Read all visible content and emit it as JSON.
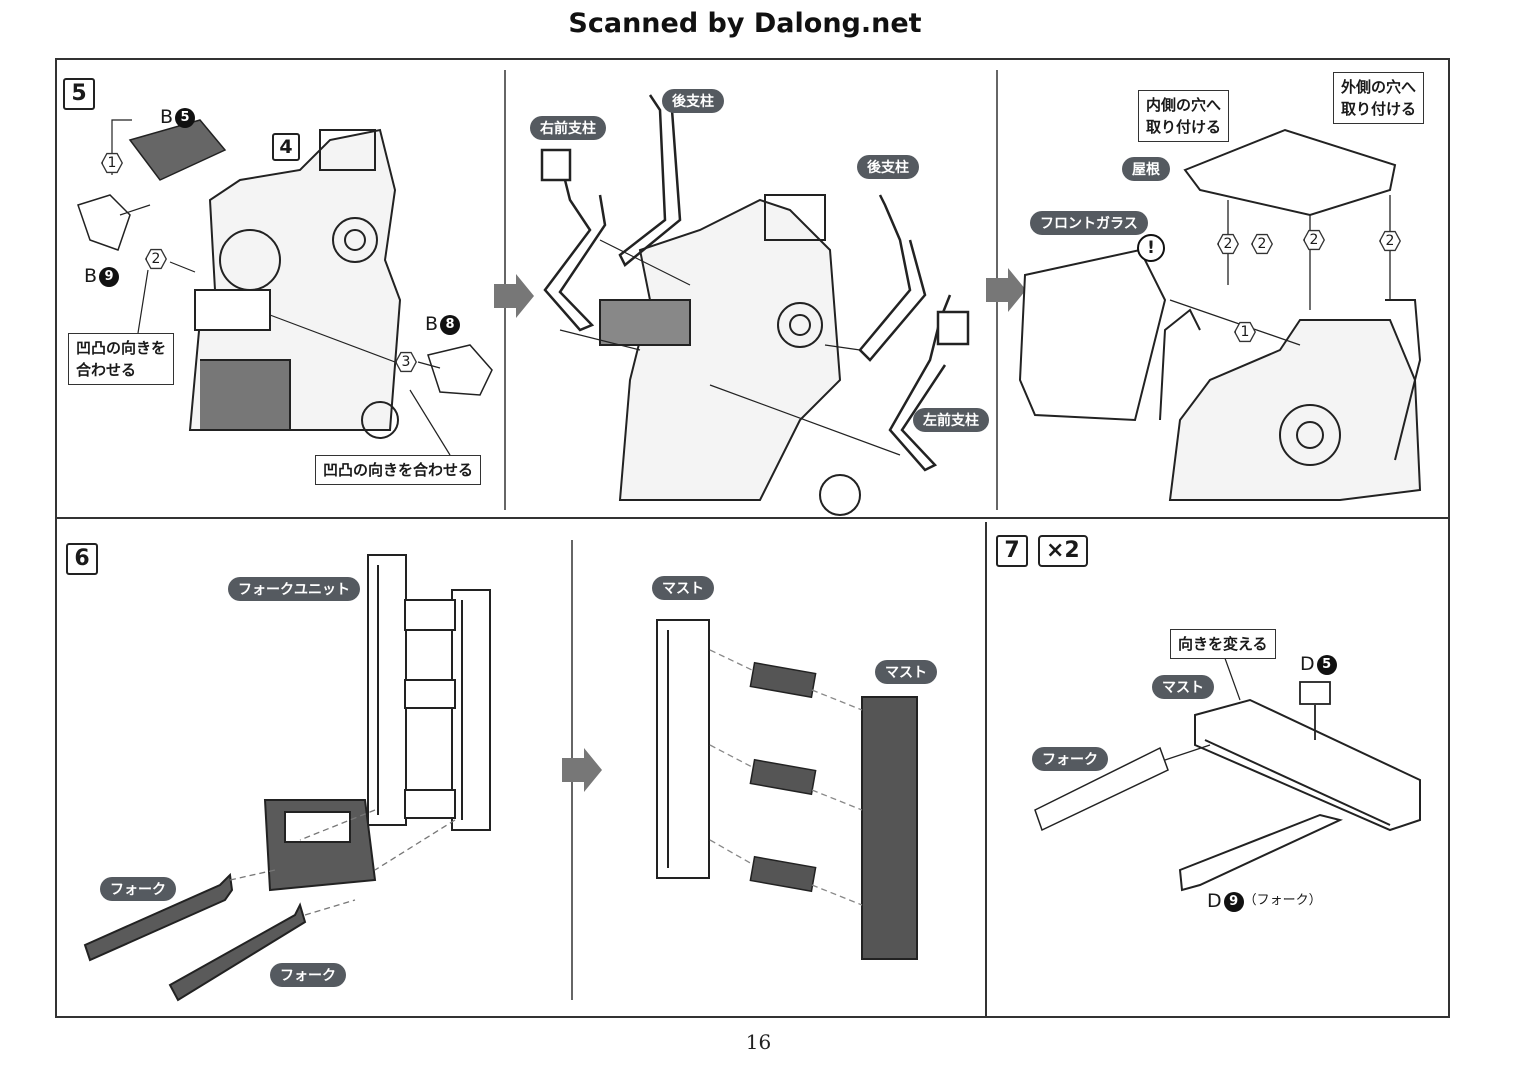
{
  "header": "Scanned by Dalong.net",
  "page_number": "16",
  "colors": {
    "ink": "#1a1a1a",
    "pill": "#555a60",
    "part_fill": "#5a5a5a",
    "line": "#333333"
  },
  "icons": {
    "arrow": "step-arrow-icon",
    "caution": "exclamation-icon"
  },
  "step5": {
    "number": "5",
    "inset": "4",
    "parts": {
      "b5": {
        "prefix": "B",
        "num": "5"
      },
      "b9": {
        "prefix": "B",
        "num": "9"
      },
      "b8": {
        "prefix": "B",
        "num": "8"
      }
    },
    "steps": {
      "s1": "1",
      "s2": "2",
      "s3": "3"
    },
    "notes": {
      "align_1": "凹凸の向きを",
      "align_2": "合わせる",
      "align_single": "凹凸の向きを合わせる"
    },
    "labels": {
      "right_front_post": "右前支柱",
      "rear_post_1": "後支柱",
      "rear_post_2": "後支柱",
      "left_front_post": "左前支柱",
      "roof": "屋根",
      "front_glass": "フロントガラス"
    },
    "notes2": {
      "inner_1": "内側の穴へ",
      "inner_2": "取り付ける",
      "outer_1": "外側の穴へ",
      "outer_2": "取り付ける"
    },
    "steps3": {
      "a": "1",
      "b": "2",
      "c": "2",
      "d": "2",
      "e": "2"
    },
    "warn": "!"
  },
  "step6": {
    "number": "6",
    "labels": {
      "fork_unit": "フォークユニット",
      "fork_1": "フォーク",
      "fork_2": "フォーク",
      "mast_1": "マスト",
      "mast_2": "マスト"
    }
  },
  "step7": {
    "number": "7",
    "multiplier": "×2",
    "note": "向きを変える",
    "labels": {
      "mast": "マスト",
      "fork": "フォーク"
    },
    "parts": {
      "d5": {
        "prefix": "D",
        "num": "5"
      },
      "d9": {
        "prefix": "D",
        "num": "9",
        "suffix": "（フォーク）"
      }
    }
  }
}
